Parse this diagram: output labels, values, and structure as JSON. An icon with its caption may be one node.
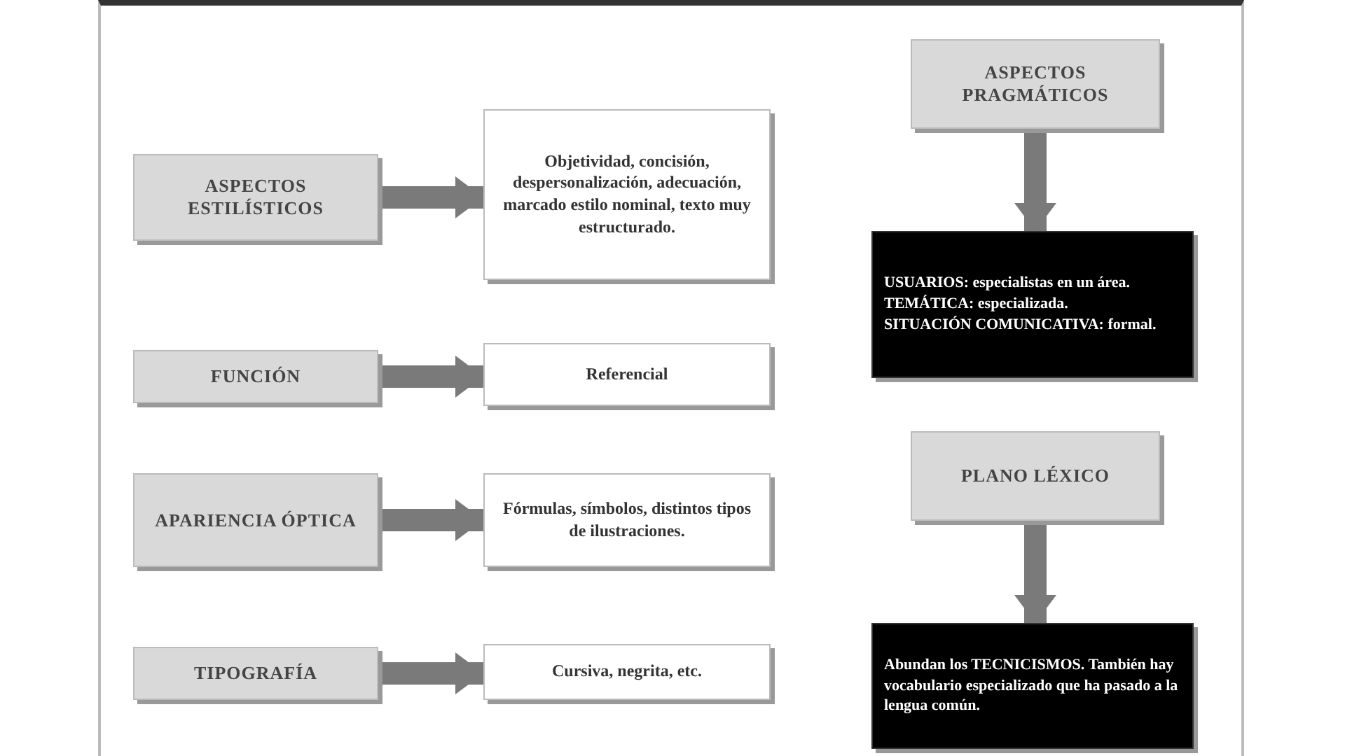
{
  "diagram": {
    "nodes": [
      {
        "text": [
          "ASPECTOS ESTILÍSTICOS"
        ]
      },
      {
        "text": [
          "Objetividad, concisión, despersonalización, adecuación, marcado estilo nominal, texto muy estructurado."
        ]
      },
      {
        "text": [
          "FUNCIÓN"
        ]
      },
      {
        "text": [
          "Referencial"
        ]
      },
      {
        "text": [
          "APARIENCIA ÓPTICA"
        ]
      },
      {
        "text": [
          "Fórmulas, símbolos, distintos tipos de ilustraciones."
        ]
      },
      {
        "text": [
          "TIPOGRAFÍA"
        ]
      },
      {
        "text": [
          "Cursiva, negrita, etc."
        ]
      },
      {
        "text": [
          "ASPECTOS PRAGMÁTICOS"
        ]
      },
      {
        "text": [
          "USUARIOS: especialistas en un área.",
          "TEMÁTICA: especializada.",
          "SITUACIÓN COMUNICATIVA: formal."
        ]
      },
      {
        "text": [
          "PLANO LÉXICO"
        ]
      },
      {
        "text": [
          "Abundan los TECNICISMOS. También hay vocabulario especializado que ha pasado a la lengua común."
        ]
      }
    ],
    "edges": [
      {
        "from": 0,
        "to": 1,
        "arrow": "to"
      },
      {
        "from": 2,
        "to": 3,
        "arrow": "to"
      },
      {
        "from": 4,
        "to": 5,
        "arrow": "to"
      },
      {
        "from": 6,
        "to": 7,
        "arrow": "to"
      },
      {
        "from": 8,
        "to": 9,
        "arrow": "to"
      },
      {
        "from": 10,
        "to": 11,
        "arrow": "to"
      }
    ]
  }
}
